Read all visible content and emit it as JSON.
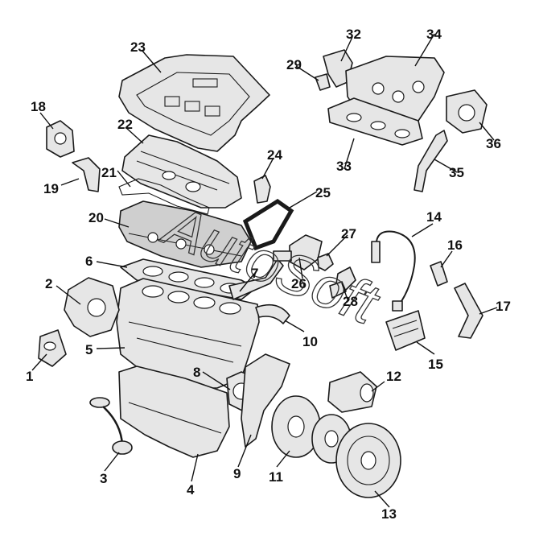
{
  "diagram": {
    "callouts": [
      "1",
      "2",
      "3",
      "4",
      "5",
      "6",
      "7",
      "8",
      "9",
      "10",
      "11",
      "12",
      "13",
      "14",
      "15",
      "16",
      "17",
      "18",
      "19",
      "20",
      "21",
      "22",
      "23",
      "24",
      "25",
      "26",
      "27",
      "28",
      "29",
      "32",
      "33",
      "34",
      "35",
      "36"
    ],
    "watermark": "AutoSoft"
  }
}
